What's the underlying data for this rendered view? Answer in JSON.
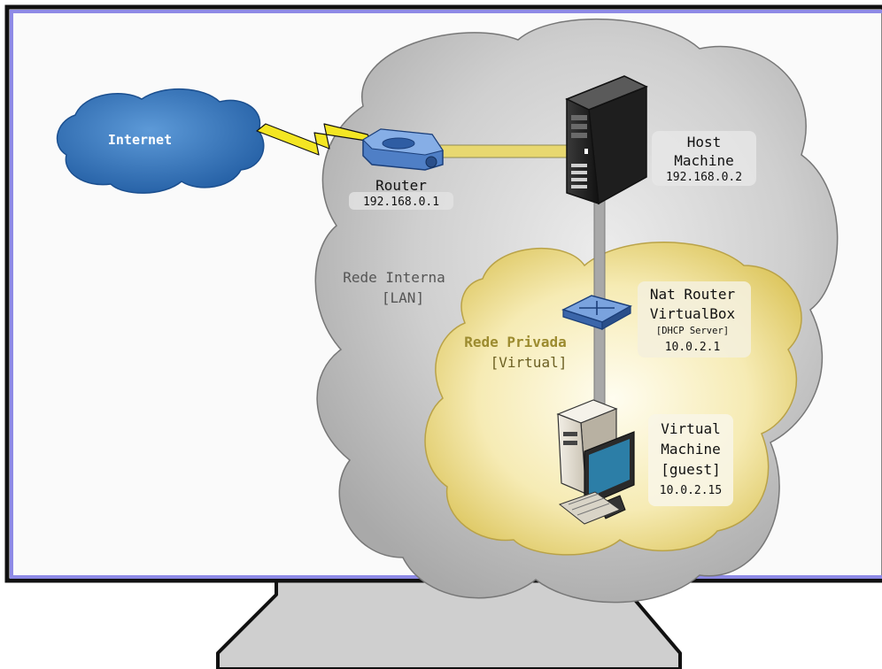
{
  "colors": {
    "screen_border": "#1a1a1a",
    "screen_inner_border": "#8e8ae6",
    "screen_fill": "#fafafa",
    "stand_fill": "#cfcfcf",
    "lan_cloud": "#b8b8b8",
    "private_cloud": "#f1e39a",
    "internet_cloud": "#3b7cc4",
    "lightning": "#f4e623",
    "cable": "#e8d870",
    "link_line": "#aaaaaa"
  },
  "internet": {
    "label": "Internet",
    "icon": "cloud-icon"
  },
  "router": {
    "name": "Router",
    "ip": "192.168.0.1",
    "icon": "router-icon"
  },
  "host": {
    "line1": "Host",
    "line2": "Machine",
    "ip": "192.168.0.2",
    "icon": "server-tower-icon"
  },
  "lan": {
    "line1": "Rede Interna",
    "line2": "[LAN]"
  },
  "nat": {
    "line1": "Nat Router",
    "line2": "VirtualBox",
    "line3": "[DHCP Server]",
    "ip": "10.0.2.1",
    "icon": "switch-icon"
  },
  "private_net": {
    "line1": "Rede Privada",
    "line2": "[Virtual]"
  },
  "vm": {
    "line1": "Virtual",
    "line2": "Machine",
    "line3": "[guest]",
    "ip": "10.0.2.15",
    "icon": "desktop-computer-icon"
  }
}
